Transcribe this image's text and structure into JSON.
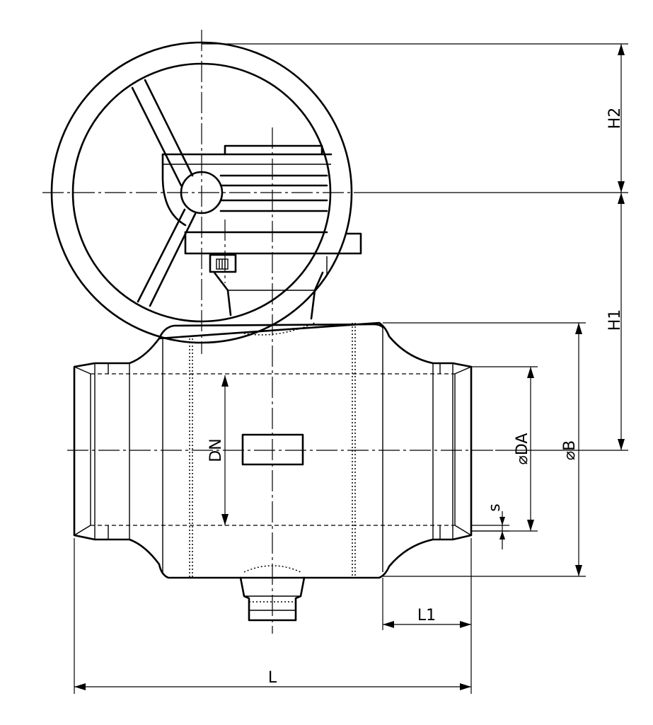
{
  "labels": {
    "dn": "DN",
    "da": "⌀DA",
    "b": "⌀B",
    "s": "s",
    "l": "L",
    "l1": "L1",
    "h1": "H1",
    "h2": "H2"
  }
}
